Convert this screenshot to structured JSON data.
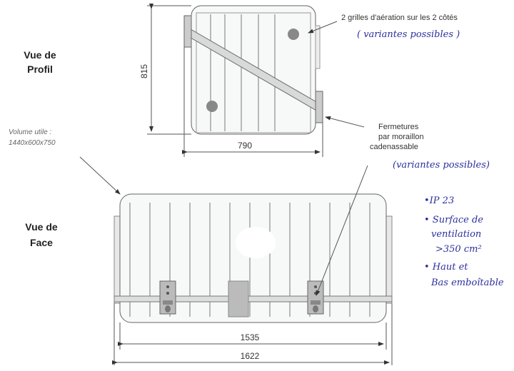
{
  "views": {
    "profile_label_line1": "Vue de",
    "profile_label_line2": "Profil",
    "face_label_line1": "Vue de",
    "face_label_line2": "Face"
  },
  "volume": {
    "line1": "Volume utile  :",
    "line2": "1440x600x750"
  },
  "dimensions": {
    "height": "815",
    "depth": "790",
    "inner_width": "1535",
    "outer_width": "1622"
  },
  "annotations": {
    "vents": "2 grilles d'aération sur les 2 côtés",
    "vents_note": "( variantes possibles )",
    "closure_line1": "Fermetures",
    "closure_line2": "par moraillon",
    "closure_line3": "cadenassable",
    "closure_note": "(variantes possibles)"
  },
  "handwritten_notes": [
    "•IP 23",
    "• Surface de",
    "ventilation",
    ">350 cm²",
    "• Haut et",
    "Bas emboîtable"
  ],
  "colors": {
    "ink": "#2b2f9c",
    "drawing": "#555555"
  }
}
